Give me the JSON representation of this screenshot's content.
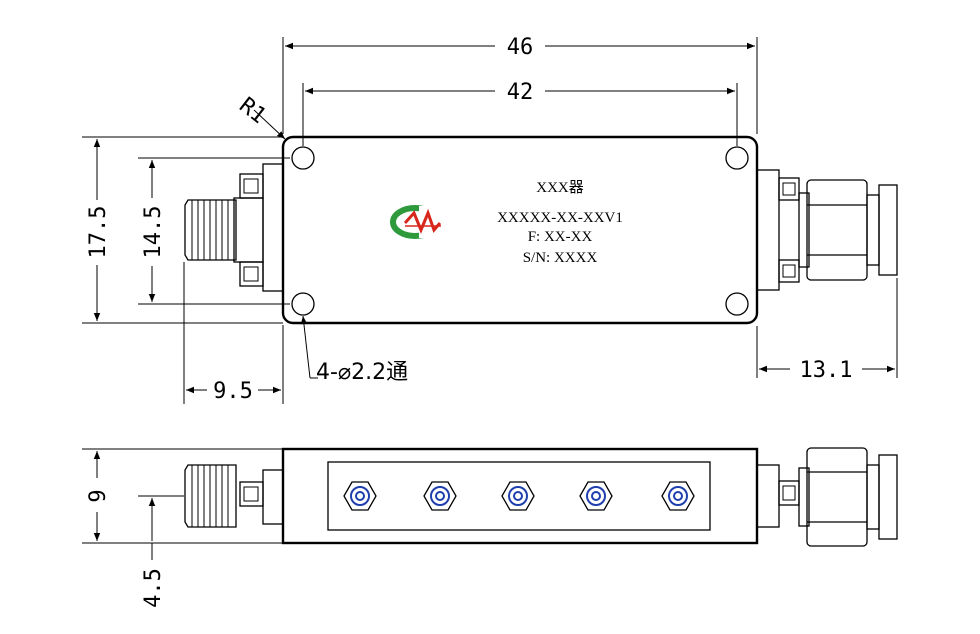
{
  "dimensions": {
    "total_length": "46",
    "hole_spacing_length": "42",
    "corner_radius": "R1",
    "total_width": "17.5",
    "hole_spacing_width": "14.5",
    "left_connector_length": "9.5",
    "right_connector_length": "13.1",
    "hole_note": "4-⌀2.2通",
    "height": "9",
    "connector_axis_height": "4.5"
  },
  "label": {
    "line1": "XXX器",
    "line2": "XXXXX-XX-XXV1",
    "line3": "F: XX-XX",
    "line4": "S/N: XXXX"
  },
  "colors": {
    "logo_green": "#2e9a3c",
    "logo_red": "#d9261c",
    "screw_blue": "#1f3fae"
  }
}
